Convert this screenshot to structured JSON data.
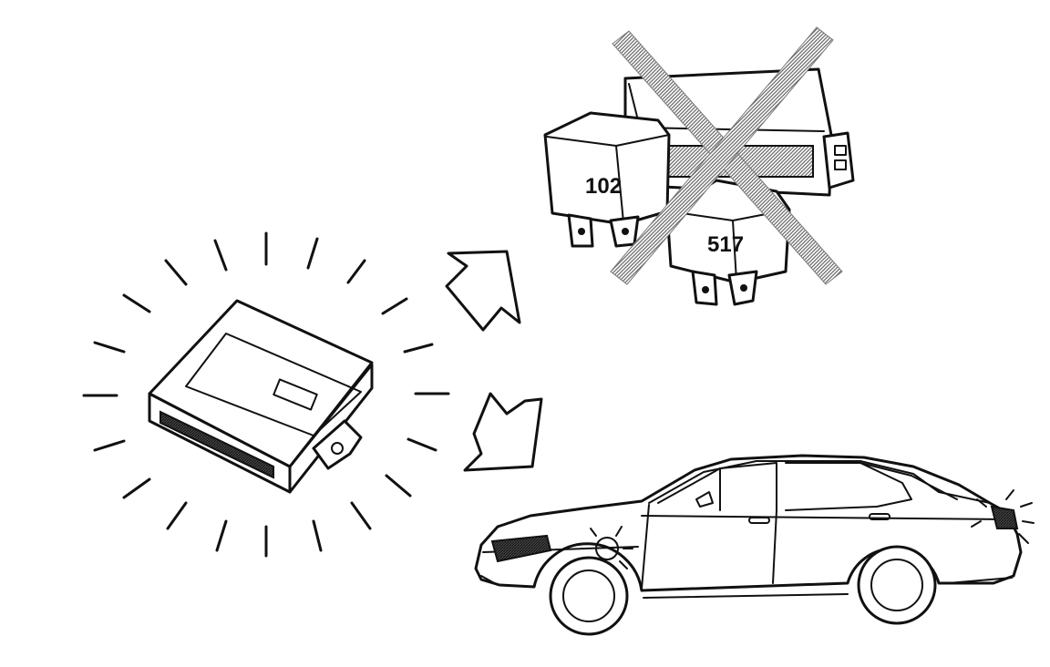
{
  "relays": [
    {
      "id": "relay-102",
      "label": "102"
    },
    {
      "id": "relay-517",
      "label": "517"
    }
  ],
  "crossed_out_component": "relay-and-module-group",
  "arrows": [
    "arrow-to-relays",
    "arrow-to-car"
  ],
  "colors": {
    "ink": "#111111",
    "cross_hatch": "#8a8a8a",
    "background": "#ffffff"
  }
}
